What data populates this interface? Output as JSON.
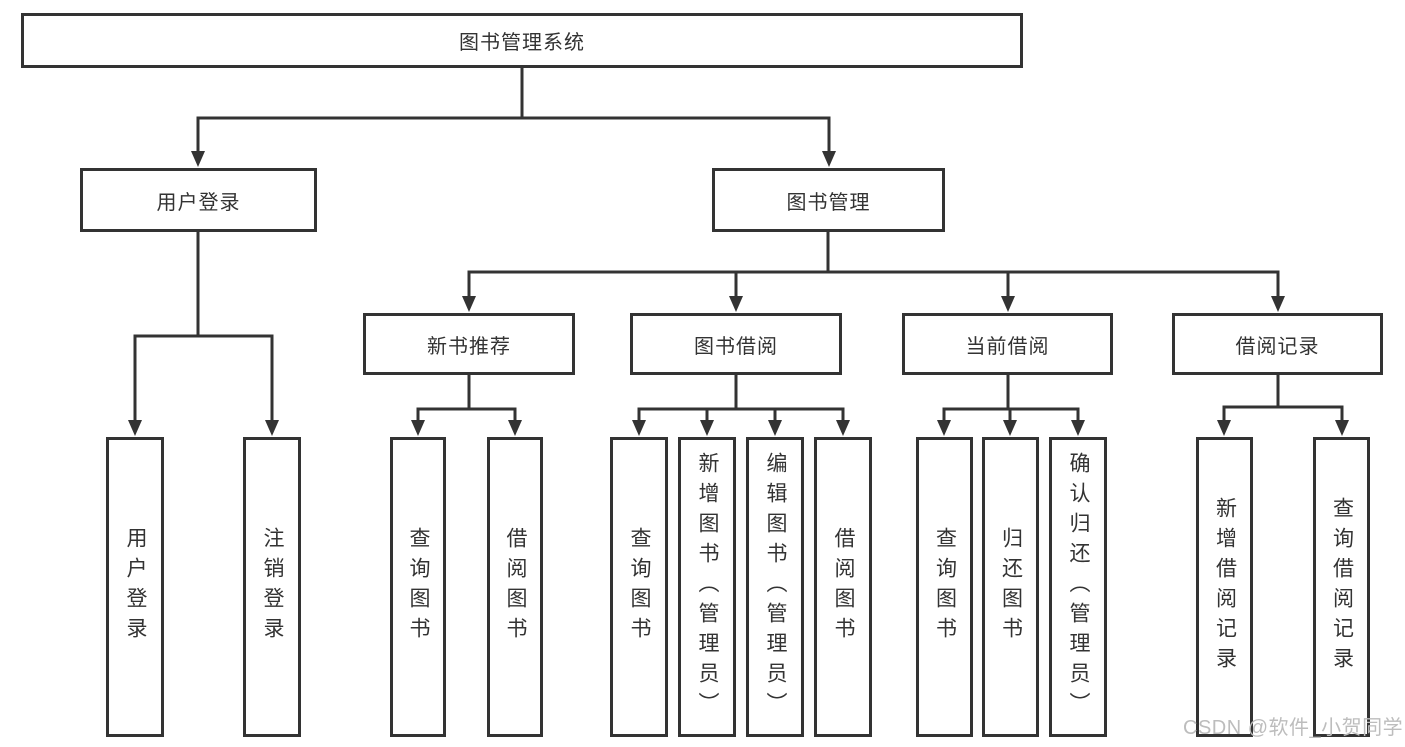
{
  "colors": {
    "line": "#333333",
    "box_border": "#333333",
    "text": "#333333",
    "watermark": "#bdbdbd",
    "background": "#ffffff"
  },
  "tree": {
    "label": "图书管理系统",
    "children": [
      {
        "label": "用户登录",
        "children": [
          {
            "label": "用户登录"
          },
          {
            "label": "注销登录"
          }
        ]
      },
      {
        "label": "图书管理",
        "children": [
          {
            "label": "新书推荐",
            "children": [
              {
                "label": "查询图书"
              },
              {
                "label": "借阅图书"
              }
            ]
          },
          {
            "label": "图书借阅",
            "children": [
              {
                "label": "查询图书"
              },
              {
                "label": "新增图书（管理员）"
              },
              {
                "label": "编辑图书（管理员）"
              },
              {
                "label": "借阅图书"
              }
            ]
          },
          {
            "label": "当前借阅",
            "children": [
              {
                "label": "查询图书"
              },
              {
                "label": "归还图书"
              },
              {
                "label": "确认归还（管理员）"
              }
            ]
          },
          {
            "label": "借阅记录",
            "children": [
              {
                "label": "新增借阅记录"
              },
              {
                "label": "查询借阅记录"
              }
            ]
          }
        ]
      }
    ]
  },
  "watermark": {
    "text": "CSDN @软件_小贺同学"
  }
}
